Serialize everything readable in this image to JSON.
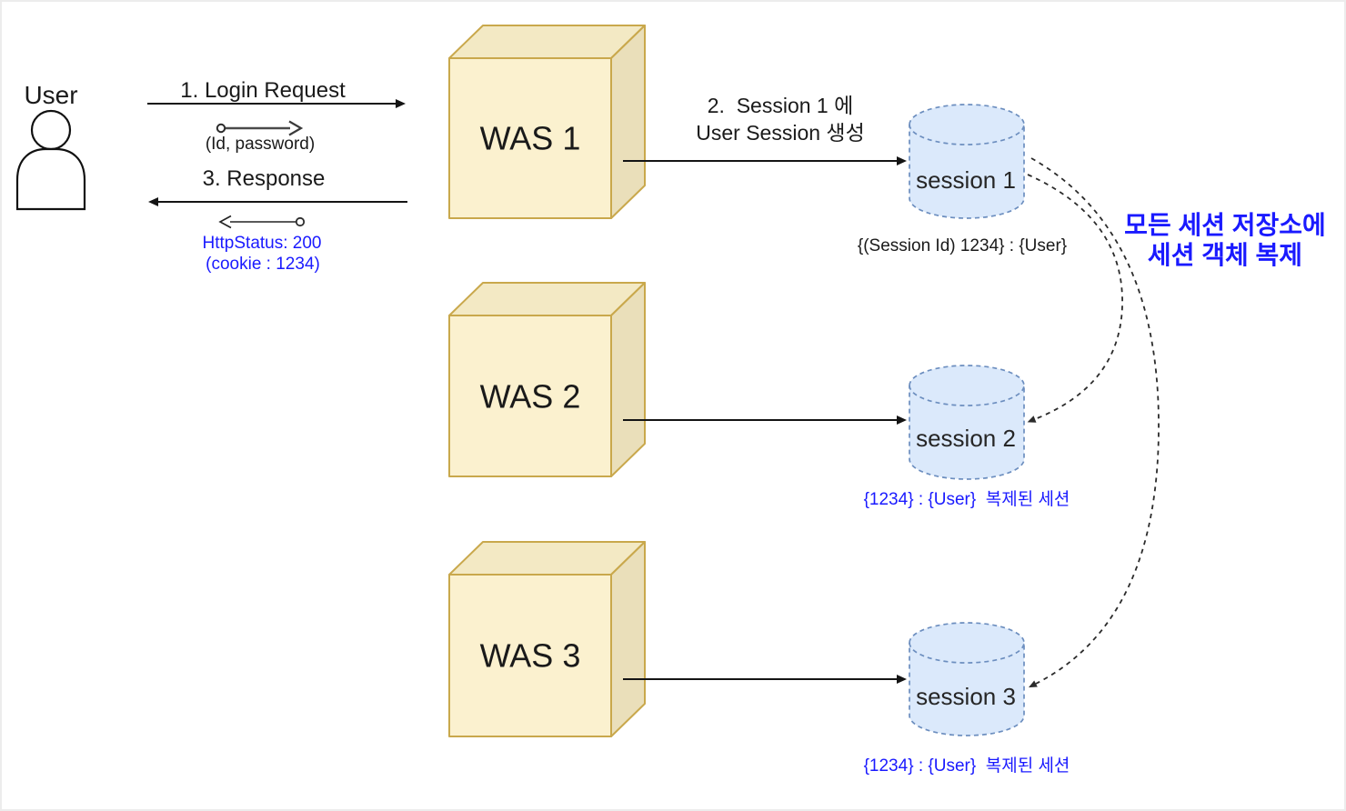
{
  "user": {
    "label": "User"
  },
  "login_flow": {
    "request_title": "1. Login Request",
    "request_detail": "(Id, password)",
    "response_title": "3. Response",
    "response_status": "HttpStatus: 200",
    "response_cookie": "(cookie : 1234)"
  },
  "create_session_label": {
    "line1": "2.  Session 1 에",
    "line2": "User Session 생성"
  },
  "servers": [
    {
      "label": "WAS 1"
    },
    {
      "label": "WAS 2"
    },
    {
      "label": "WAS 3"
    }
  ],
  "sessions": [
    {
      "label": "session 1",
      "note": "{(Session Id) 1234} : {User}"
    },
    {
      "label": "session 2",
      "note": "{1234} : {User}  복제된 세션"
    },
    {
      "label": "session 3",
      "note": "{1234} : {User}  복제된 세션"
    }
  ],
  "replication_note": {
    "line1": "모든 세션 저장소에",
    "line2": "세션 객체 복제"
  },
  "colors": {
    "background": "#ffffff",
    "canvas_border": "#ececec",
    "accent_blue_text": "#1a1aff",
    "server_fill_front": "#fbf1cf",
    "server_fill_top": "#f3e9c4",
    "server_fill_side": "#eadfba",
    "server_border": "#c9a84c",
    "session_fill": "#dbe9fb",
    "session_border": "#6c8ebf",
    "arrow_black": "#141414",
    "small_arrow_gray": "#4a4a4a",
    "dashed_curve": "#2b2b2b"
  }
}
